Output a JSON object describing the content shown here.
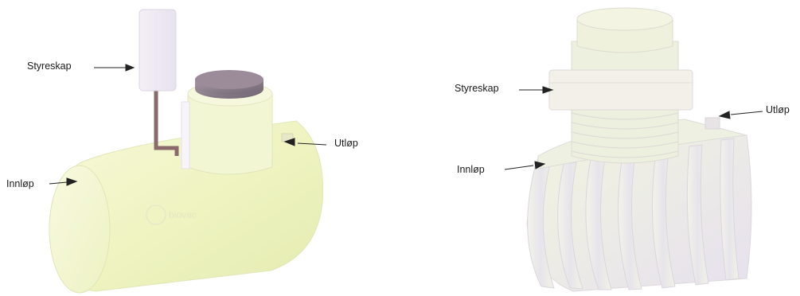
{
  "diagrams": {
    "left": {
      "labels": {
        "control": "Styreskap",
        "inlet": "Innløp",
        "outlet": "Utløp"
      },
      "watermark": "biovac"
    },
    "right": {
      "labels": {
        "control": "Styreskap",
        "inlet": "Innløp",
        "outlet": "Utløp"
      }
    }
  }
}
